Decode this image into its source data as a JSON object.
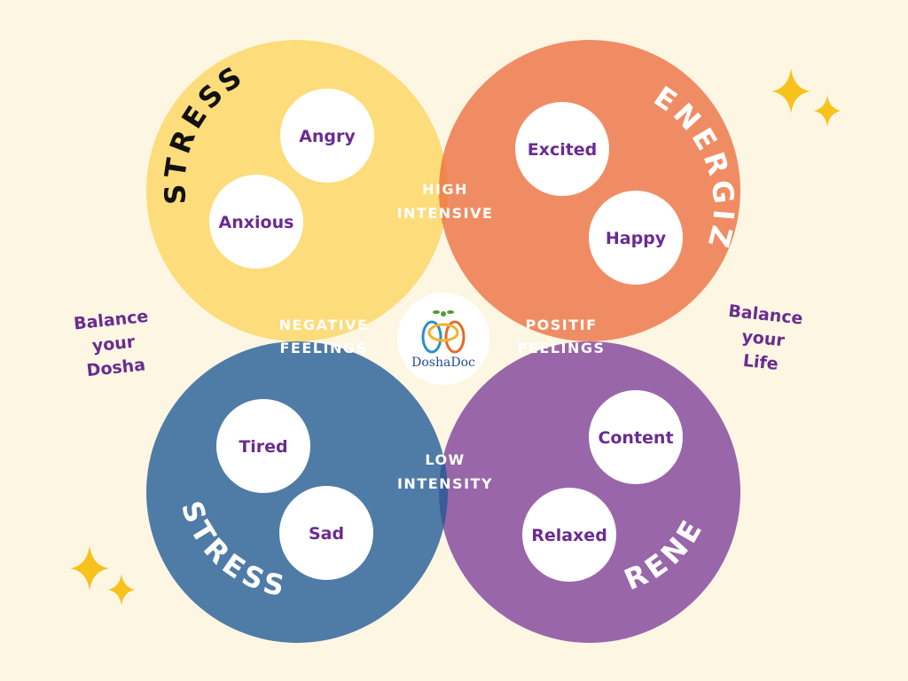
{
  "quadrants": {
    "top_left": {
      "title": "STRESS",
      "color": "#fddc7b"
    },
    "top_right": {
      "title": "ENERGIZE",
      "color": "#f08c63"
    },
    "bottom_left": {
      "title": "STRESS",
      "color": "#4f7ca6"
    },
    "bottom_right": {
      "title": "RENEW",
      "color": "#9966aa"
    }
  },
  "emotions": {
    "angry": "Angry",
    "anxious": "Anxious",
    "excited": "Excited",
    "happy": "Happy",
    "tired": "Tired",
    "sad": "Sad",
    "content": "Content",
    "relaxed": "Relaxed"
  },
  "overlaps": {
    "top": [
      "HIGH",
      "INTENSIVE"
    ],
    "bottom": [
      "LOW",
      "INTENSITY"
    ],
    "left": [
      "NEGATIVE",
      "FEELINGS"
    ],
    "right": [
      "POSITIF",
      "FEELINGS"
    ]
  },
  "side_notes": {
    "left": [
      "Balance",
      "your",
      "Dosha"
    ],
    "right": [
      "Balance",
      "your",
      "Life"
    ]
  },
  "logo": {
    "text": "DoshaDoc"
  },
  "colors": {
    "background": "#fdf6e3",
    "emotion_text": "#6a2c91",
    "sparkle": "#f7c21b",
    "overlap_top": "#f08748",
    "overlap_bottom": "#3a5a9a",
    "overlap_left": "#3c6b85",
    "overlap_right": "#944b8a"
  },
  "icons": [
    "sparkle-icon",
    "dosha-logo-icon"
  ]
}
